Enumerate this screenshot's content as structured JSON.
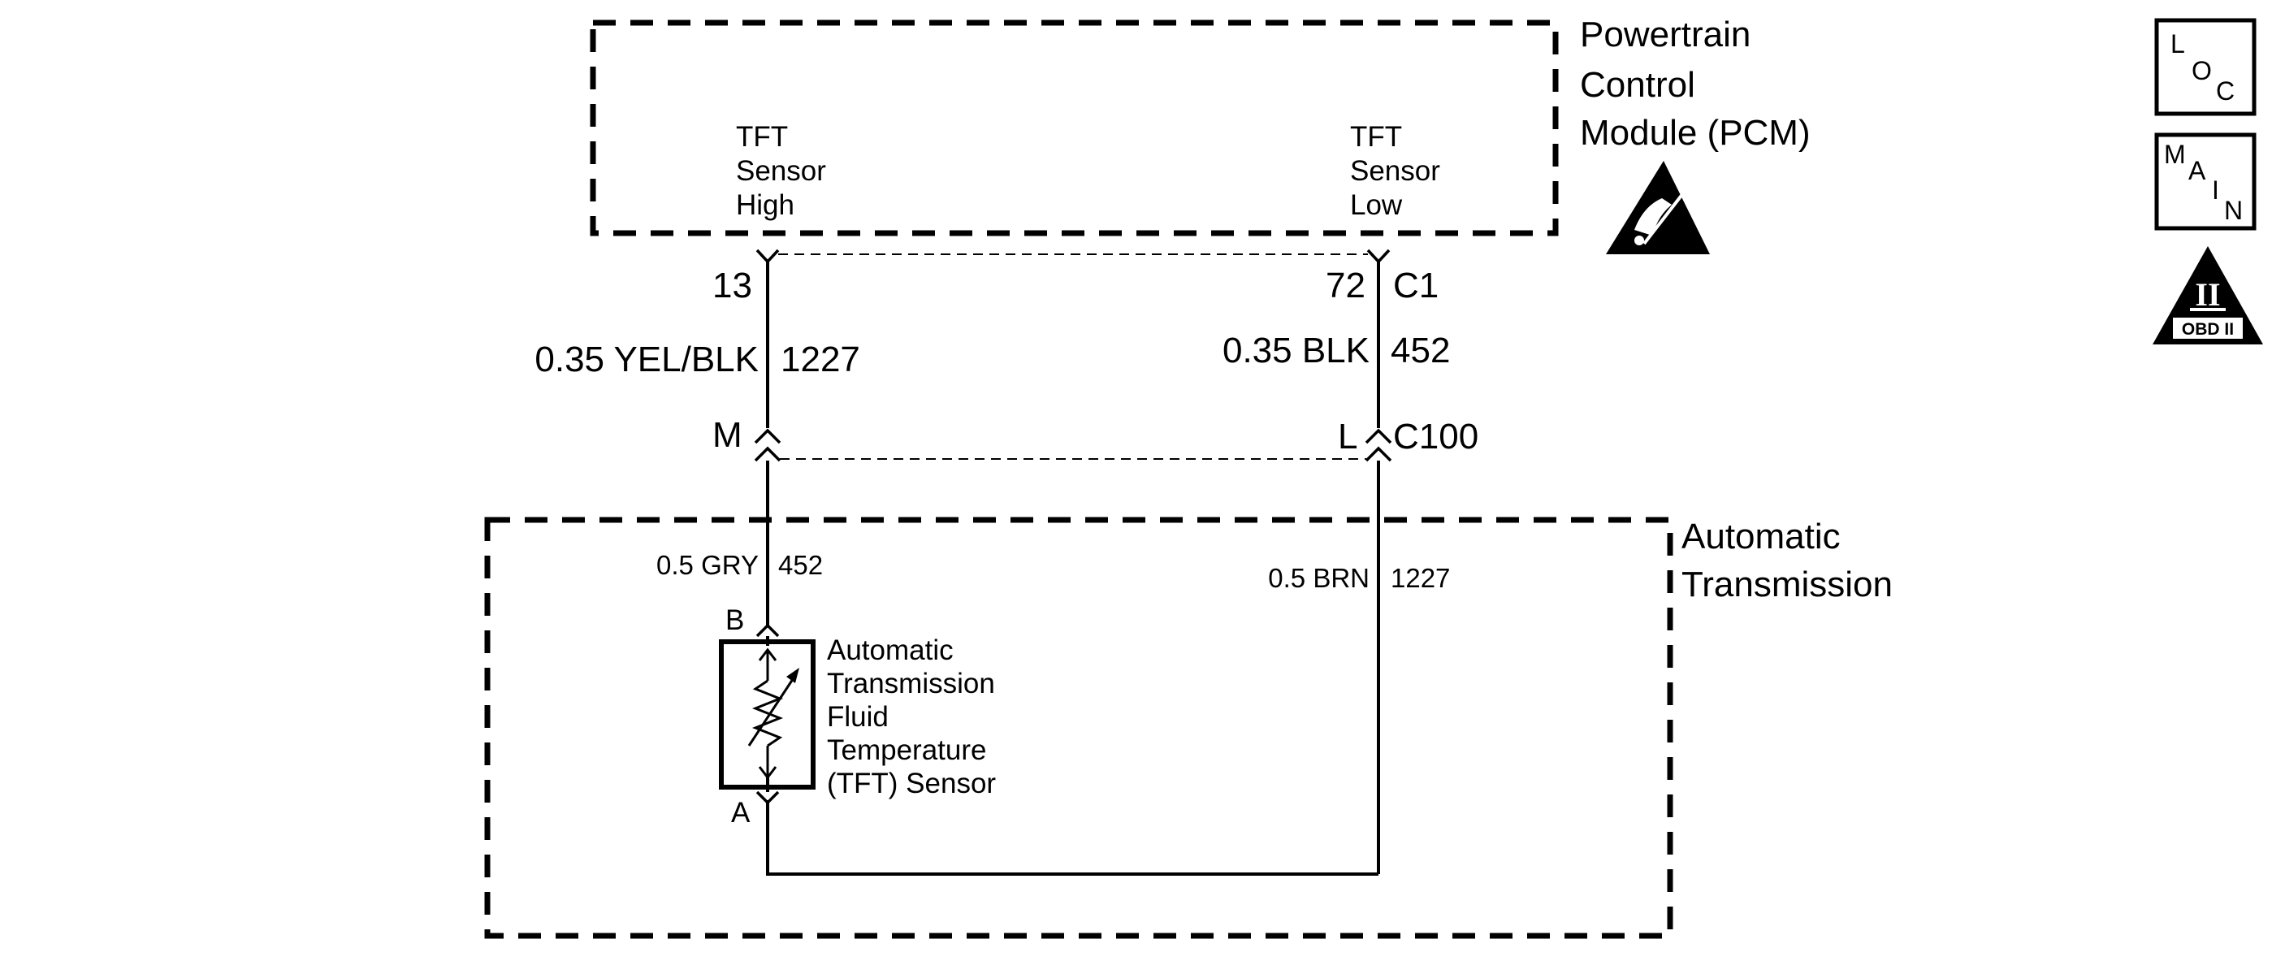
{
  "pcm": {
    "title_lines": [
      "Powertrain",
      "Control",
      "Module (PCM)"
    ],
    "tft_high_lines": [
      "TFT",
      "Sensor",
      "High"
    ],
    "tft_low_lines": [
      "TFT",
      "Sensor",
      "Low"
    ]
  },
  "connector_c1": {
    "name": "C1",
    "pin_left": "13",
    "pin_right": "72"
  },
  "wire_upper_left": {
    "spec": "0.35 YEL/BLK",
    "circuit": "1227"
  },
  "wire_upper_right": {
    "spec": "0.35 BLK",
    "circuit": "452"
  },
  "connector_c100": {
    "name": "C100",
    "pin_left": "M",
    "pin_right": "L"
  },
  "transmission": {
    "title_lines": [
      "Automatic",
      "Transmission"
    ],
    "wire_lower_left": {
      "spec": "0.5 GRY",
      "circuit": "452"
    },
    "wire_lower_right": {
      "spec": "0.5 BRN",
      "circuit": "1227"
    },
    "sensor_pin_b": "B",
    "sensor_pin_a": "A",
    "sensor_label_lines": [
      "Automatic",
      "Transmission",
      "Fluid",
      "Temperature",
      "(TFT) Sensor"
    ]
  },
  "badges": {
    "loc": [
      "L",
      "O",
      "C"
    ],
    "main": [
      "M",
      "A",
      "I",
      "N"
    ],
    "obd_roman": "II",
    "obd_text": "OBD II"
  },
  "icons": {
    "esd": "esd-warning-icon",
    "thermistor": "thermistor-icon"
  }
}
